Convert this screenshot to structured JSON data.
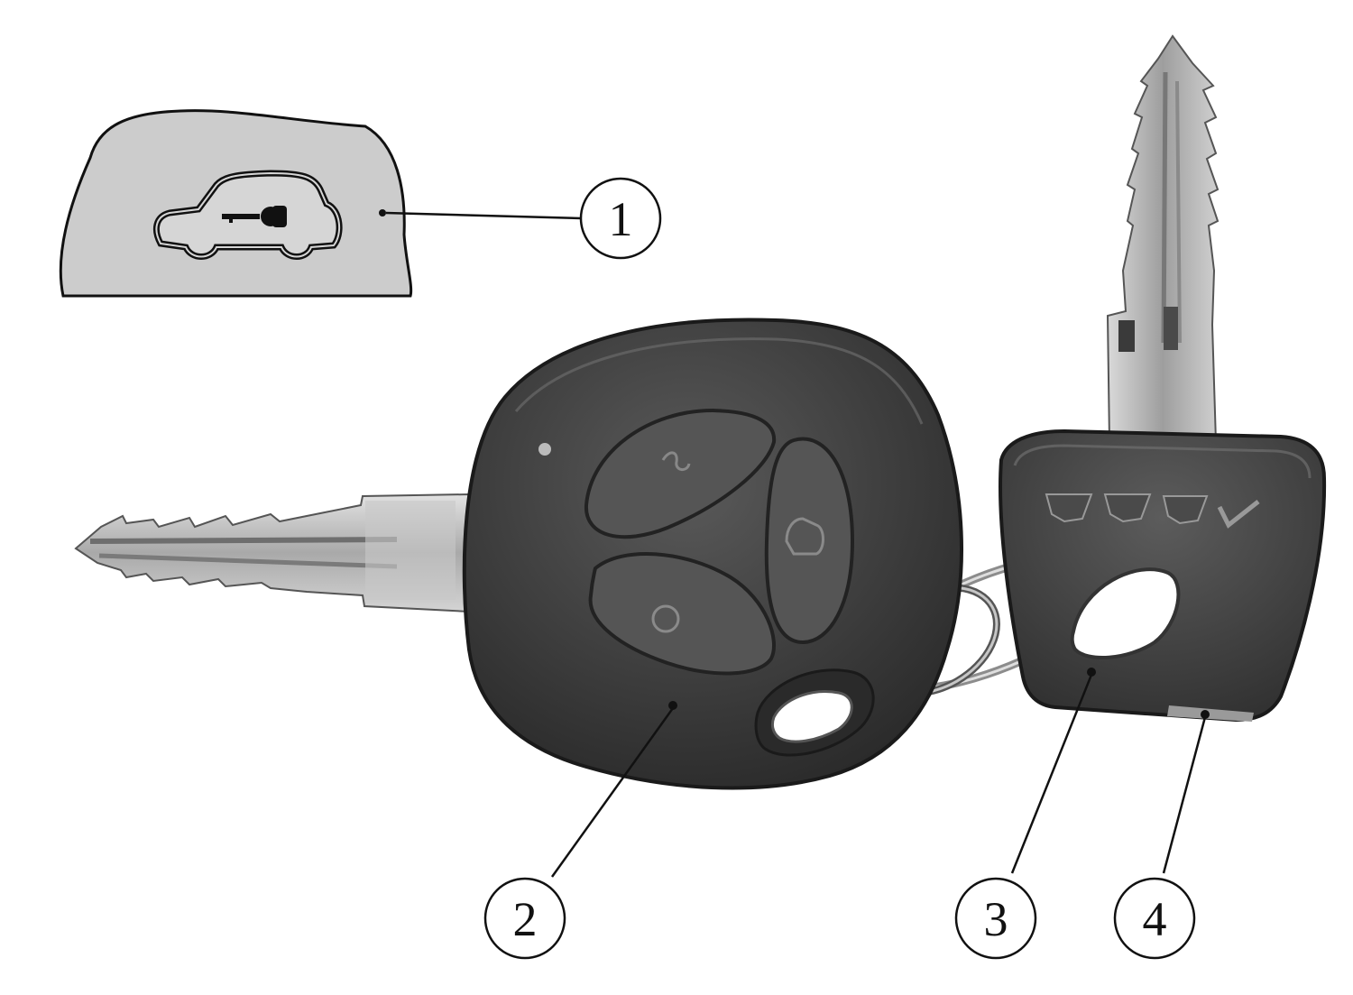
{
  "callouts": [
    {
      "id": "1",
      "label": "1",
      "target": "inset-panel-car-key-icon"
    },
    {
      "id": "2",
      "label": "2",
      "target": "remote-key-fob"
    },
    {
      "id": "3",
      "label": "3",
      "target": "spare-key-head"
    },
    {
      "id": "4",
      "label": "4",
      "target": "spare-key-label-edge"
    }
  ],
  "icons": {
    "inset": "car-with-key-icon",
    "fob_top": "lock-icon",
    "fob_right": "trunk-icon",
    "fob_bottom": "unlock-icon",
    "spare_key": "keyhole-marks-icon"
  },
  "colors": {
    "inset_panel": "#cccccc",
    "fob_body": "#3c3c3c",
    "fob_button": "#555555",
    "key_blade": "#bdbdbd",
    "outline": "#111111"
  }
}
